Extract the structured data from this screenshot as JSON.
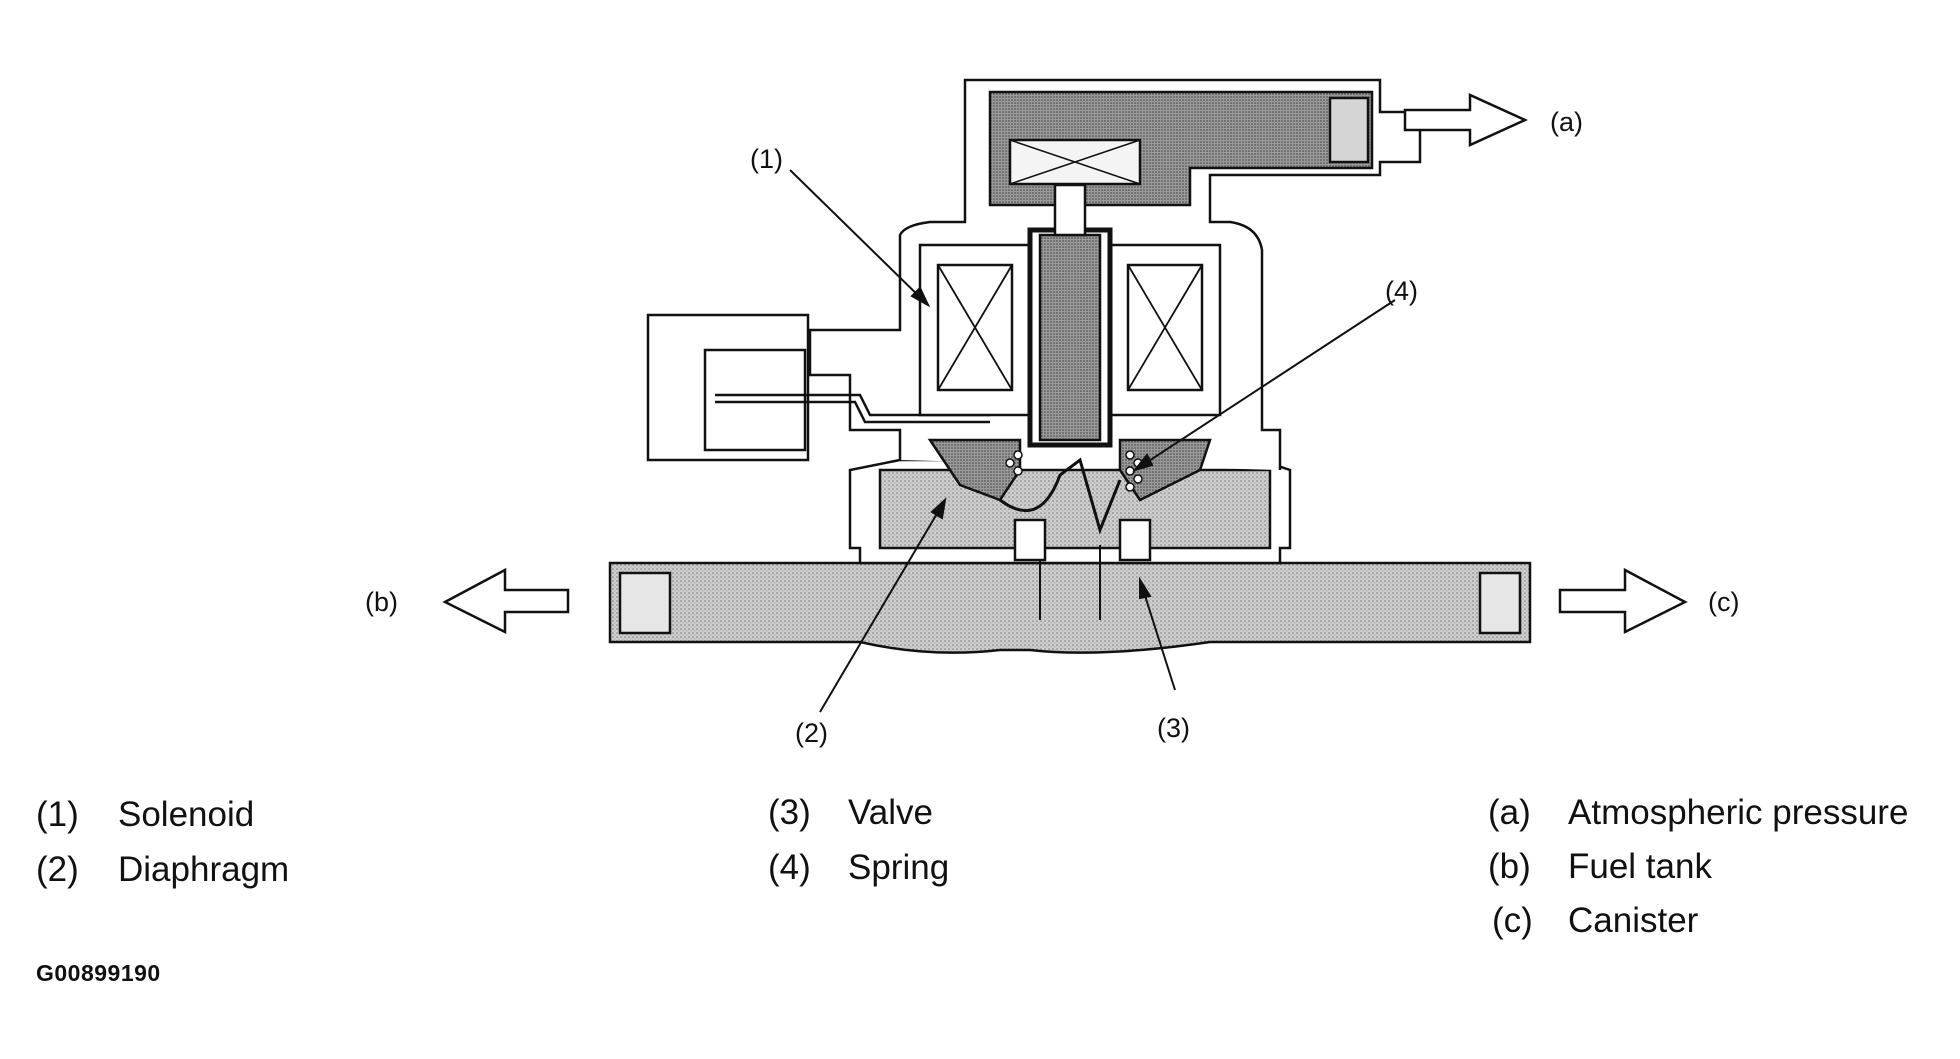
{
  "callouts": {
    "c1": "(1)",
    "c2": "(2)",
    "c3": "(3)",
    "c4": "(4)",
    "ca": "(a)",
    "cb": "(b)",
    "cc": "(c)"
  },
  "legend": [
    {
      "key": "(1)",
      "text": "Solenoid"
    },
    {
      "key": "(2)",
      "text": "Diaphragm"
    },
    {
      "key": "(3)",
      "text": "Valve"
    },
    {
      "key": "(4)",
      "text": "Spring"
    },
    {
      "key": "(a)",
      "text": "Atmospheric pressure"
    },
    {
      "key": "(b)",
      "text": "Fuel tank"
    },
    {
      "key": "(c)",
      "text": "Canister"
    }
  ],
  "figure_id": "G00899190",
  "colors": {
    "line": "#111111",
    "shade": "#a9a9a9",
    "light_shade": "#d9d9d9",
    "background": "#ffffff"
  }
}
